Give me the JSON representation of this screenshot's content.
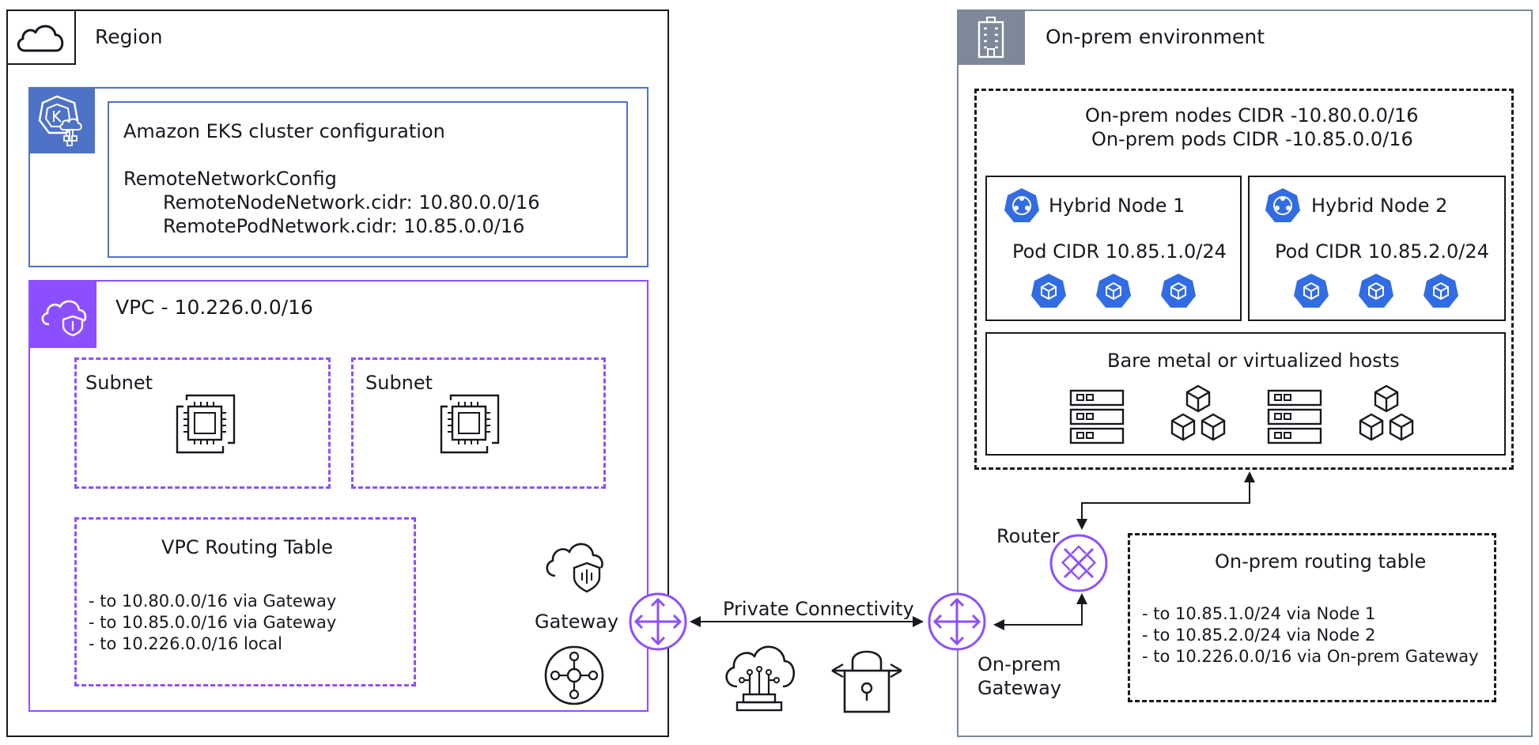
{
  "region": {
    "title": "Region",
    "eks": {
      "title": "Amazon EKS cluster configuration",
      "config_name": "RemoteNetworkConfig",
      "node_network": "RemoteNodeNetwork.cidr: 10.80.0.0/16",
      "pod_network": "RemotePodNetwork.cidr: 10.85.0.0/16"
    },
    "vpc": {
      "title": "VPC - 10.226.0.0/16",
      "subnets": [
        "Subnet",
        "Subnet"
      ],
      "routing_table": {
        "title": "VPC Routing Table",
        "routes": [
          "-  to 10.80.0.0/16 via Gateway",
          "-  to 10.85.0.0/16 via Gateway",
          "-  to 10.226.0.0/16 local"
        ]
      },
      "gateway_label": "Gateway"
    }
  },
  "connectivity": {
    "label": "Private Connectivity"
  },
  "onprem": {
    "title": "On-prem environment",
    "nodes_cidr": "On-prem nodes CIDR -10.80.0.0/16",
    "pods_cidr": "On-prem pods CIDR -10.85.0.0/16",
    "hybrid_nodes": [
      {
        "name": "Hybrid Node 1",
        "pod_cidr": "Pod CIDR 10.85.1.0/24"
      },
      {
        "name": "Hybrid Node 2",
        "pod_cidr": "Pod CIDR 10.85.2.0/24"
      }
    ],
    "hosts_title": "Bare metal or virtualized hosts",
    "router_label": "Router",
    "gateway_label": "On-prem\nGateway",
    "gateway_line1": "On-prem",
    "gateway_line2": "Gateway",
    "routing_table": {
      "title": "On-prem routing table",
      "routes": [
        "-  to 10.85.1.0/24 via Node 1",
        "-  to 10.85.2.0/24 via Node 2",
        "-  to 10.226.0.0/16 via On-prem Gateway"
      ]
    }
  },
  "colors": {
    "region_border": "#16191f",
    "eks_blue": "#4d72c6",
    "vpc_purple": "#8c4fff",
    "k8s_blue": "#326ce5",
    "onprem_gray": "#7d8998",
    "dark": "#16191f"
  },
  "icons": [
    "cloud-icon",
    "eks-icon",
    "vpc-icon",
    "chip-icon",
    "vpc-shield-icon",
    "transit-gateway-icon",
    "router-icon",
    "building-icon",
    "kubernetes-icon",
    "pod-icon",
    "server-icon",
    "cubes-icon",
    "cloud-circuit-icon",
    "lock-icon"
  ]
}
